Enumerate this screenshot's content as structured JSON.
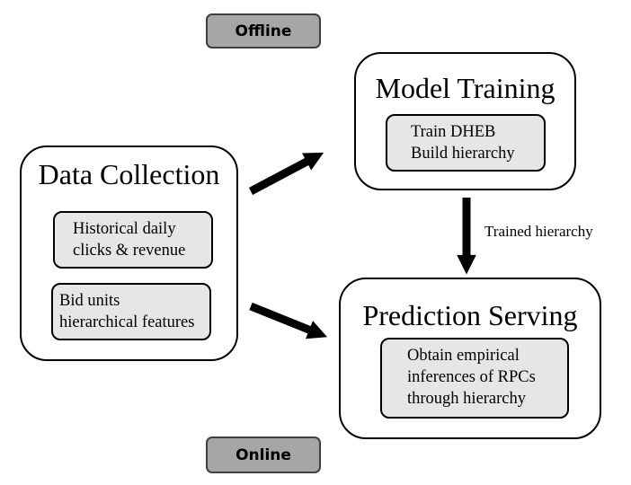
{
  "phases": {
    "offline": "Offline",
    "online": "Online"
  },
  "data_collection": {
    "title": "Data Collection",
    "items": [
      [
        "Historical daily",
        "clicks & revenue"
      ],
      [
        "Bid units",
        "hierarchical features"
      ]
    ]
  },
  "model_training": {
    "title": "Model Training",
    "items": [
      [
        "Train DHEB",
        "Build hierarchy"
      ]
    ]
  },
  "prediction_serving": {
    "title": "Prediction Serving",
    "items": [
      [
        "Obtain empirical",
        "inferences of RPCs",
        "through hierarchy"
      ]
    ]
  },
  "edge_labels": {
    "training_to_serving": "Trained hierarchy"
  },
  "colors": {
    "phase_fill": "#a6a6a6",
    "phase_border": "#3f3f3f",
    "item_fill": "#e6e6e6",
    "stroke": "#000000"
  }
}
